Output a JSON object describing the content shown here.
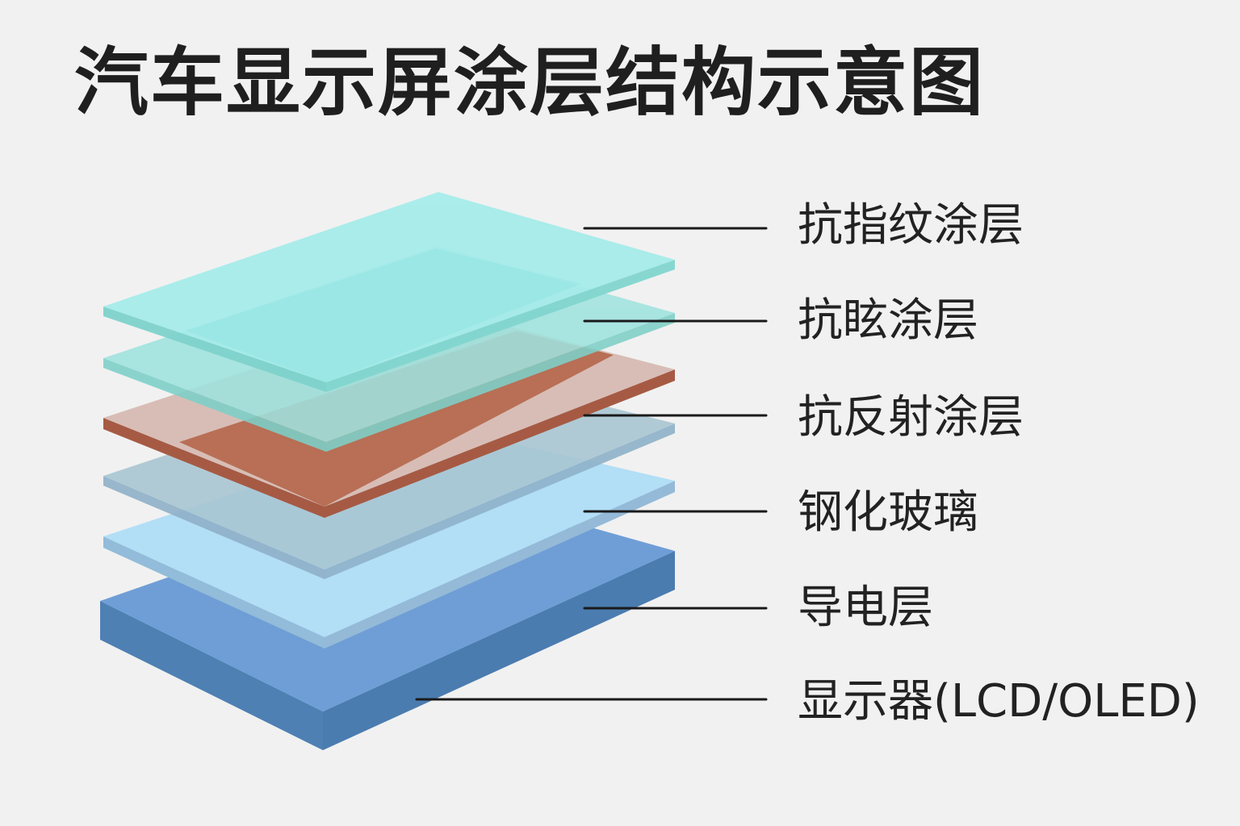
{
  "title": "汽车显示屏涂层结构示意图",
  "layers": [
    {
      "id": "anti-fingerprint",
      "label": "抗指纹涂层",
      "top_color": "#a6ecea",
      "side_color": "#7fd3cc",
      "opacity": 0.92
    },
    {
      "id": "anti-glare",
      "label": "抗眩涂层",
      "top_color": "#9fe5e1",
      "side_color": "#7cd0c9",
      "opacity": 0.85
    },
    {
      "id": "anti-reflection",
      "label": "抗反射涂层",
      "top_color": "#b86f55",
      "side_color": "#a65a44",
      "opacity": 1
    },
    {
      "id": "tempered-glass",
      "label": "钢化玻璃",
      "top_color": "#b7c9d2",
      "side_color": "#8fb0c8",
      "opacity": 0.92
    },
    {
      "id": "conductive",
      "label": "导电层",
      "top_color": "#b2def6",
      "side_color": "#92bcd9",
      "opacity": 1
    },
    {
      "id": "display",
      "label": "显示器(LCD/OLED)",
      "top_color": "#6f9ed6",
      "side_color": "#4e80b3",
      "opacity": 1
    }
  ],
  "colors": {
    "background": "#f1f1f1",
    "text": "#1f1f1f",
    "leader_line": "#1a1a1a"
  }
}
